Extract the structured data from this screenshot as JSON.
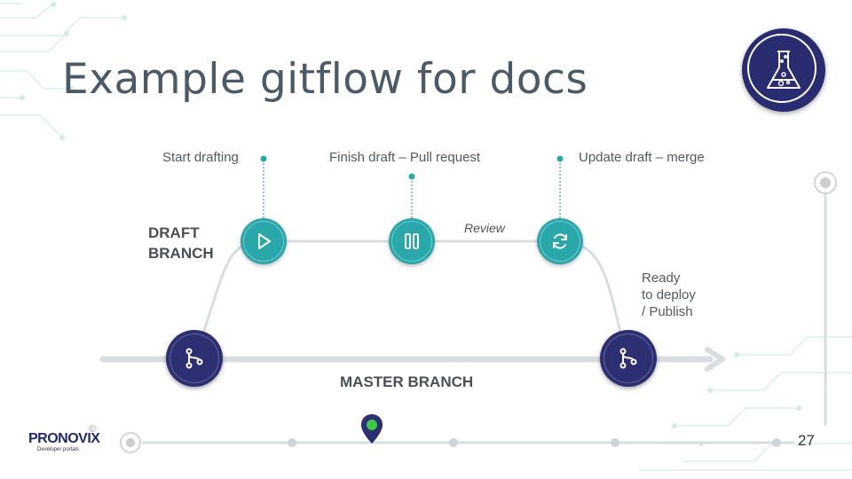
{
  "slide": {
    "title": "Example gitflow for docs",
    "page_number": "27"
  },
  "labels": {
    "start_drafting": "Start drafting",
    "finish_draft": "Finish draft – Pull request",
    "update_draft": "Update draft – merge",
    "review": "Review",
    "draft_branch_line1": "DRAFT",
    "draft_branch_line2": "BRANCH",
    "master_branch": "MASTER BRANCH",
    "ready_line1": "Ready",
    "ready_line2": "to deploy",
    "ready_line3": "/ Publish"
  },
  "icons": {
    "badge": "flask-icon",
    "start": "play-icon",
    "finish": "pause-icon",
    "update": "refresh-icon",
    "master_left": "git-branch-icon",
    "master_right": "git-branch-icon",
    "progress_marker": "location-pin-icon"
  },
  "logo": {
    "brand_pre": "PRO",
    "brand_post": "NOVIX",
    "tagline": "Developer portals",
    "copyright": "©"
  },
  "colors": {
    "teal": "#2aa7ab",
    "navy": "#2d2f73",
    "title": "#4a5a66",
    "line": "#d8dde2",
    "circuit": "#c8ece4",
    "pin_green": "#3ec84a"
  }
}
